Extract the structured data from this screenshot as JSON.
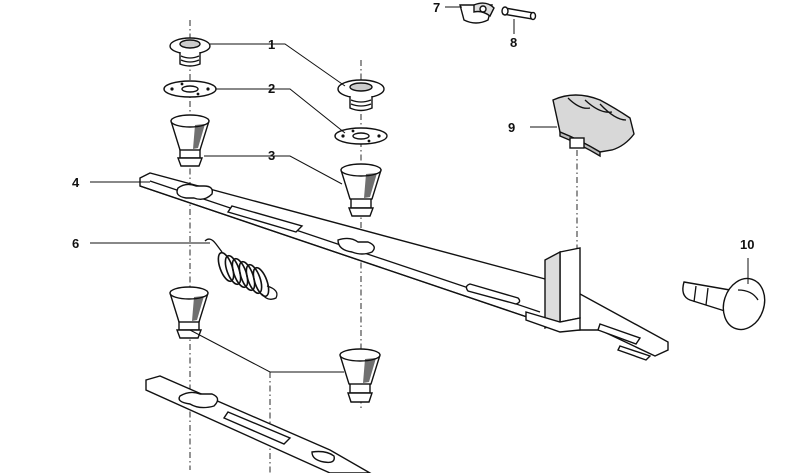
{
  "callouts": [
    {
      "id": "1",
      "label": "1"
    },
    {
      "id": "2",
      "label": "2"
    },
    {
      "id": "3",
      "label": "3"
    },
    {
      "id": "4",
      "label": "4"
    },
    {
      "id": "6",
      "label": "6"
    },
    {
      "id": "7",
      "label": "7"
    },
    {
      "id": "8",
      "label": "8"
    },
    {
      "id": "9",
      "label": "9"
    },
    {
      "id": "10",
      "label": "10"
    }
  ],
  "colors": {
    "ink": "#111111",
    "paper": "#ffffff",
    "shade": "#d8d8d8"
  }
}
